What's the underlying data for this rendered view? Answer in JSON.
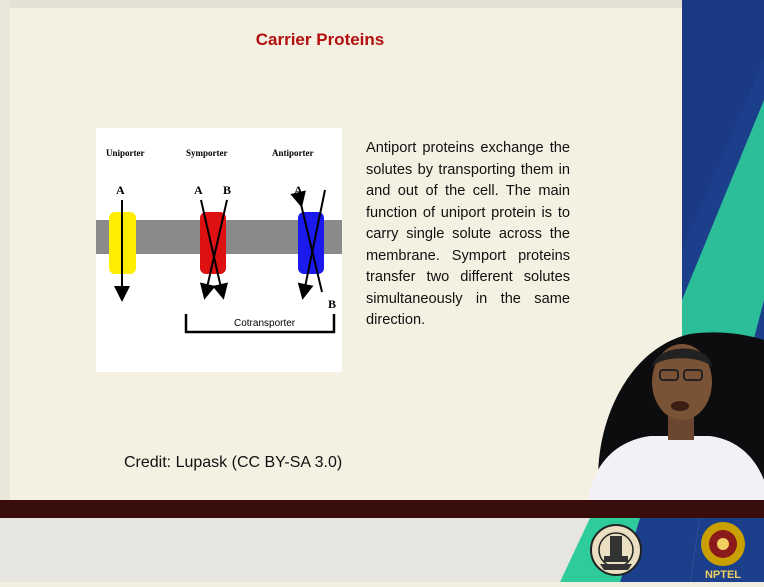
{
  "slide": {
    "title": "Carrier Proteins",
    "body_text": "Antiport proteins exchange the solutes by transporting them in and out of the cell. The main function of uniport protein is to carry single solute across the membrane. Symport proteins transfer two different solutes simultaneously in the same direction.",
    "credit": "Credit: Lupask  (CC BY-SA 3.0)"
  },
  "figure": {
    "labels": {
      "uniporter": "Uniporter",
      "symporter": "Symporter",
      "antiporter": "Antiporter",
      "cotransporter": "Cotransporter"
    },
    "solutes": {
      "uni_a": "A",
      "sym_a": "A",
      "sym_b": "B",
      "anti_a": "A",
      "anti_b": "B"
    },
    "colors": {
      "membrane": "#8a8a8a",
      "uniporter": "#ffee00",
      "symporter": "#dd1111",
      "antiporter": "#1a1aee"
    }
  },
  "footer": {
    "logo_text": "NPTEL"
  },
  "colors": {
    "title": "#b30f0f",
    "right_panel_blue": "#1c3f8c",
    "right_panel_green": "#2ecc9a",
    "footer_band": "#3a0d0d"
  }
}
